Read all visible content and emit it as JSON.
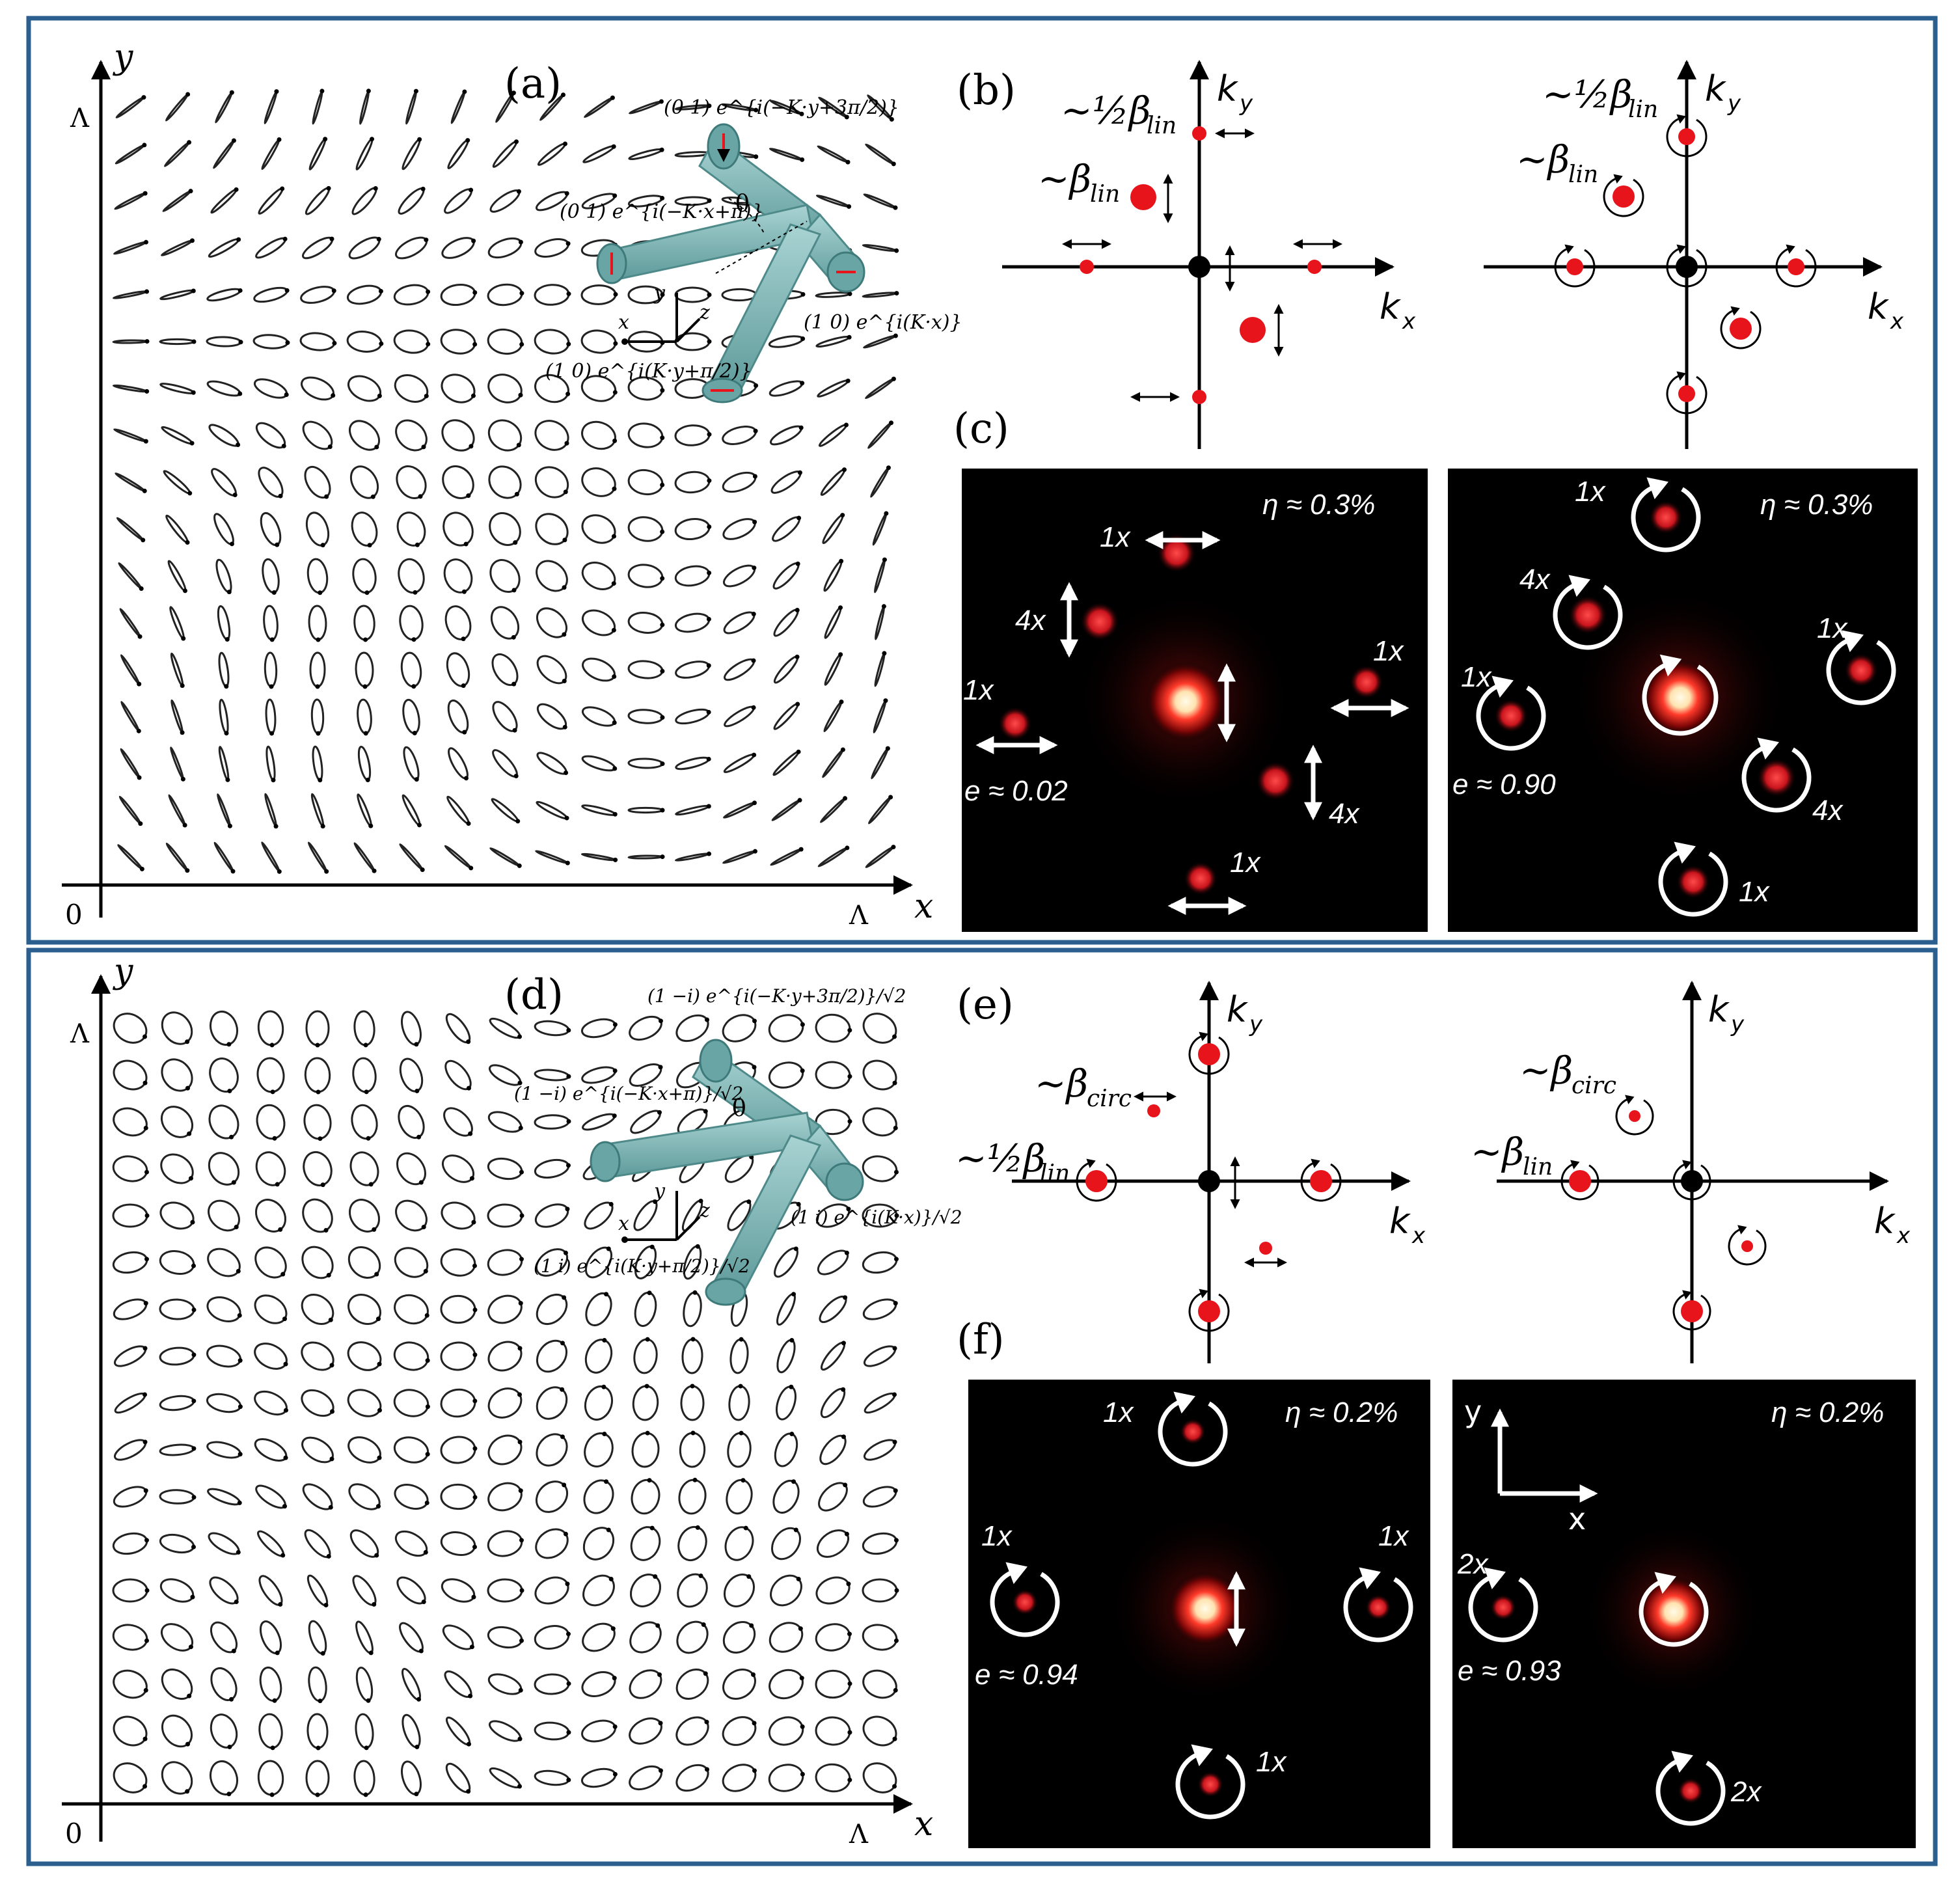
{
  "panels": {
    "a": {
      "tag": "(a)",
      "axis_y": "y",
      "axis_x": "x",
      "origin": "0",
      "lambda_y": "Λ",
      "lambda_x": "Λ",
      "beam_top": "(0 1) e^{i(−K·y+3π/2)}",
      "beam_left": "(0 1) e^{i(−K·x+π)}",
      "beam_right": "(1 0) e^{i(K·x)}",
      "beam_bottom": "(1 0) e^{i(K·y+π/2)}",
      "theta": "θ",
      "coord_x": "x",
      "coord_y": "y",
      "coord_z": "z"
    },
    "b": {
      "tag": "(b)",
      "half_beta": "~½β",
      "half_beta_sub": "lin",
      "beta": "~β",
      "beta_sub": "lin",
      "ky": "k",
      "ky_sub": "y",
      "kx": "k",
      "kx_sub": "x"
    },
    "c": {
      "tag": "(c)",
      "left": {
        "eta": "η ≈ 0.3%",
        "e": "e ≈ 0.02",
        "labels": [
          "1x",
          "4x",
          "1x",
          "1x",
          "4x",
          "1x"
        ]
      },
      "right": {
        "eta": "η ≈ 0.3%",
        "e": "e ≈ 0.90",
        "labels": [
          "1x",
          "4x",
          "1x",
          "1x",
          "4x",
          "1x"
        ]
      }
    },
    "d": {
      "tag": "(d)",
      "axis_y": "y",
      "axis_x": "x",
      "origin": "0",
      "lambda_y": "Λ",
      "lambda_x": "Λ",
      "beam_top": "(1 −i) e^{i(−K·y+3π/2)}/√2",
      "beam_left": "(1 −i) e^{i(−K·x+π)}/√2",
      "beam_right": "(1 i) e^{i(K·x)}/√2",
      "beam_bottom": "(1 i) e^{i(K·y+π/2)}/√2",
      "theta": "θ",
      "coord_x": "x",
      "coord_y": "y",
      "coord_z": "z"
    },
    "e": {
      "tag": "(e)",
      "beta_circ": "~β",
      "beta_circ_sub": "circ",
      "half_beta": "~½β",
      "half_beta_sub": "lin",
      "beta": "~β",
      "beta_sub": "lin",
      "ky": "k",
      "ky_sub": "y",
      "kx": "k",
      "kx_sub": "x"
    },
    "f": {
      "tag": "(f)",
      "left": {
        "eta": "η ≈ 0.2%",
        "e": "e ≈ 0.94",
        "labels": [
          "1x",
          "1x",
          "1x",
          "1x"
        ]
      },
      "right": {
        "eta": "η ≈ 0.2%",
        "e": "e ≈ 0.93",
        "labels": [
          "2x",
          "2x"
        ],
        "axis_y": "y",
        "axis_x": "x"
      }
    }
  },
  "colors": {
    "frame": "#2b5f8f",
    "spot": "#e8141c",
    "rod": "#7fb8b8"
  }
}
